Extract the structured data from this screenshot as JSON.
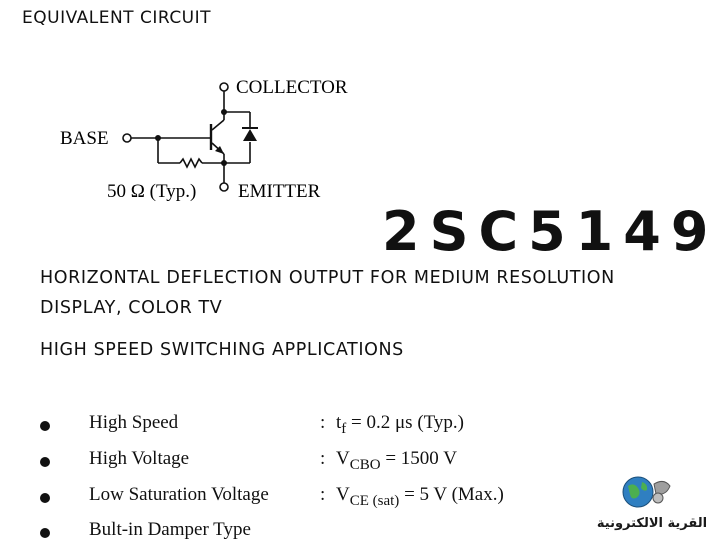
{
  "section_title": "EQUIVALENT CIRCUIT",
  "circuit": {
    "collector_label": "COLLECTOR",
    "base_label": "BASE",
    "emitter_label": "EMITTER",
    "resistor_label": "50 Ω (Typ.)"
  },
  "part_number": "2SC5149",
  "applications": [
    "HORIZONTAL DEFLECTION OUTPUT FOR MEDIUM RESOLUTION",
    "DISPLAY, COLOR TV",
    "HIGH SPEED SWITCHING APPLICATIONS"
  ],
  "features": [
    {
      "label": "High Speed",
      "sym": "t",
      "sub": "f",
      "rest": " = 0.2 μs (Typ.)"
    },
    {
      "label": "High Voltage",
      "sym": "V",
      "sub": "CBO",
      "rest": " = 1500 V"
    },
    {
      "label": "Low Saturation Voltage",
      "sym": "V",
      "sub": "CE (sat)",
      "rest": " = 5 V (Max.)"
    },
    {
      "label": "Bult-in Damper Type",
      "sym": "",
      "sub": "",
      "rest": ""
    }
  ],
  "watermark_text": "القرية الالكترونية"
}
